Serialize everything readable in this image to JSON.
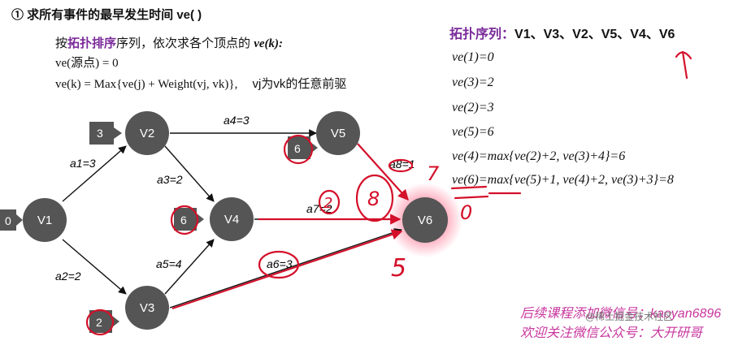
{
  "title": "① 求所有事件的最早发生时间 ve( )",
  "instruction": {
    "prefix": "按",
    "highlight": "拓扑排序",
    "mid": "序列，依次求各个顶点的 ",
    "term": "ve(k):"
  },
  "formula1": "ve(源点) = 0",
  "formula2_main": "ve(k) = Max{ve(j) + Weight(vj, vk)},",
  "formula2_note": "vj为vk的任意前驱",
  "topo_label": "拓扑序列：",
  "topo_sequence": "V1、V3、V2、V5、V4、V6",
  "results": [
    "ve(1)=0",
    "ve(3)=2",
    "ve(2)=3",
    "ve(5)=6",
    "ve(4)=max{ve(2)+2, ve(3)+4}=6",
    "ve(6)=max{ve(5)+1, ve(4)+2, ve(3)+3}=8"
  ],
  "nodes": [
    {
      "id": "V1",
      "ve": "0"
    },
    {
      "id": "V2",
      "ve": "3"
    },
    {
      "id": "V3",
      "ve": "2"
    },
    {
      "id": "V4",
      "ve": "6"
    },
    {
      "id": "V5",
      "ve": "6"
    },
    {
      "id": "V6",
      "ve": ""
    }
  ],
  "edges": [
    {
      "from": "V1",
      "to": "V2",
      "label": "a1=3"
    },
    {
      "from": "V1",
      "to": "V3",
      "label": "a2=2"
    },
    {
      "from": "V2",
      "to": "V4",
      "label": "a3=2"
    },
    {
      "from": "V2",
      "to": "V5",
      "label": "a4=3"
    },
    {
      "from": "V3",
      "to": "V4",
      "label": "a5=4"
    },
    {
      "from": "V3",
      "to": "V6",
      "label": "a6=3"
    },
    {
      "from": "V4",
      "to": "V6",
      "label": "a7=2"
    },
    {
      "from": "V5",
      "to": "V6",
      "label": "a8=1"
    }
  ],
  "annotations": {
    "v5_mark": "6",
    "v4_mark": "6",
    "v3_mark": "2",
    "a7_circle": "2",
    "v6_eight": "8",
    "seven": "7",
    "five": "5",
    "zero": "0"
  },
  "watermark": {
    "line1": "后续课程添加微信号：kaoyan6896",
    "line2": "欢迎关注微信公众号：大开研哥",
    "overlay": "@稀土掘金技术社区"
  },
  "colors": {
    "node": "#555555",
    "accent": "#7a2a9a",
    "ink": "#d4102a",
    "watermark": "#c8369e"
  }
}
